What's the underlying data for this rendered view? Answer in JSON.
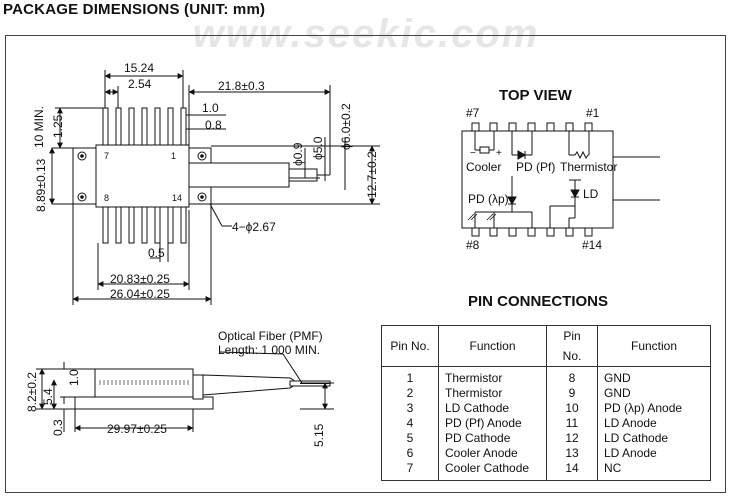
{
  "watermark": "www.seekic.com",
  "heading": "PACKAGE DIMENSIONS (UNIT: mm)",
  "top_view": {
    "title": "TOP VIEW",
    "pin_labels": {
      "p7": "#7",
      "p1": "#1",
      "p8": "#8",
      "p14": "#14"
    },
    "labels": {
      "cooler": "Cooler",
      "pd_pf": "PD (Pf)",
      "thermistor": "Thermistor",
      "pd_lp": "PD (λp)",
      "ld": "LD"
    }
  },
  "dimensions": {
    "pitch_total": "15.24",
    "pitch": "2.54",
    "fiber_len": "21.8±0.3",
    "lead_w1": "1.0",
    "lead_w2": "0.8",
    "lead_len": "10 MIN.",
    "lead_off": "1.25",
    "body_h": "8.89±0.13",
    "d09": "ϕ0.9",
    "d50": "ϕ5.0",
    "d60": "ϕ6.0±0.2",
    "h127": "12.7±0.2",
    "pin7": "7",
    "pin1": "1",
    "pin8": "8",
    "pin14": "14",
    "holes": "4−ϕ2.67",
    "w05": "0.5",
    "w2083": "20.83±0.25",
    "w2604": "26.04±0.25",
    "fiber_note_1": "Optical Fiber (PMF)",
    "fiber_note_2": "Length: 1 000 MIN.",
    "s_h": "8.2±0.2",
    "s_54": "5.4",
    "s_10": "1.0",
    "s_03": "0.3",
    "s_len": "29.97±0.25",
    "s_515": "5.15"
  },
  "pin_connections": {
    "title": "PIN CONNECTIONS",
    "headers": [
      "Pin No.",
      "Function",
      "Pin No.",
      "Function"
    ],
    "rows": [
      [
        "1",
        "Thermistor",
        "8",
        "GND"
      ],
      [
        "2",
        "Thermistor",
        "9",
        "GND"
      ],
      [
        "3",
        "LD Cathode",
        "10",
        "PD (λp) Anode"
      ],
      [
        "4",
        "PD (Pf) Anode",
        "11",
        "LD Anode"
      ],
      [
        "5",
        "PD Cathode",
        "12",
        "LD Cathode"
      ],
      [
        "6",
        "Cooler Anode",
        "13",
        "LD Anode"
      ],
      [
        "7",
        "Cooler Cathode",
        "14",
        "NC"
      ]
    ]
  }
}
